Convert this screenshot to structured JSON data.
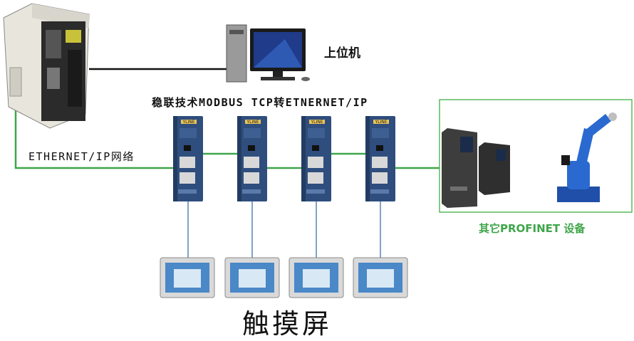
{
  "labels": {
    "pc": "上位机",
    "gateway": "稳联技术MODBUS TCP转ETNERNET/IP",
    "ethernet": "ETHERNET/IP网络",
    "profinet": "其它PROFINET 设备",
    "hmi": "触摸屏"
  },
  "gateway_module": {
    "brand": "YLINE"
  },
  "colors": {
    "line_green": "#3fa64a",
    "line_blue": "#7fa4c6",
    "module_blue": "#2f4e7e",
    "frame_green": "#58b85f"
  }
}
